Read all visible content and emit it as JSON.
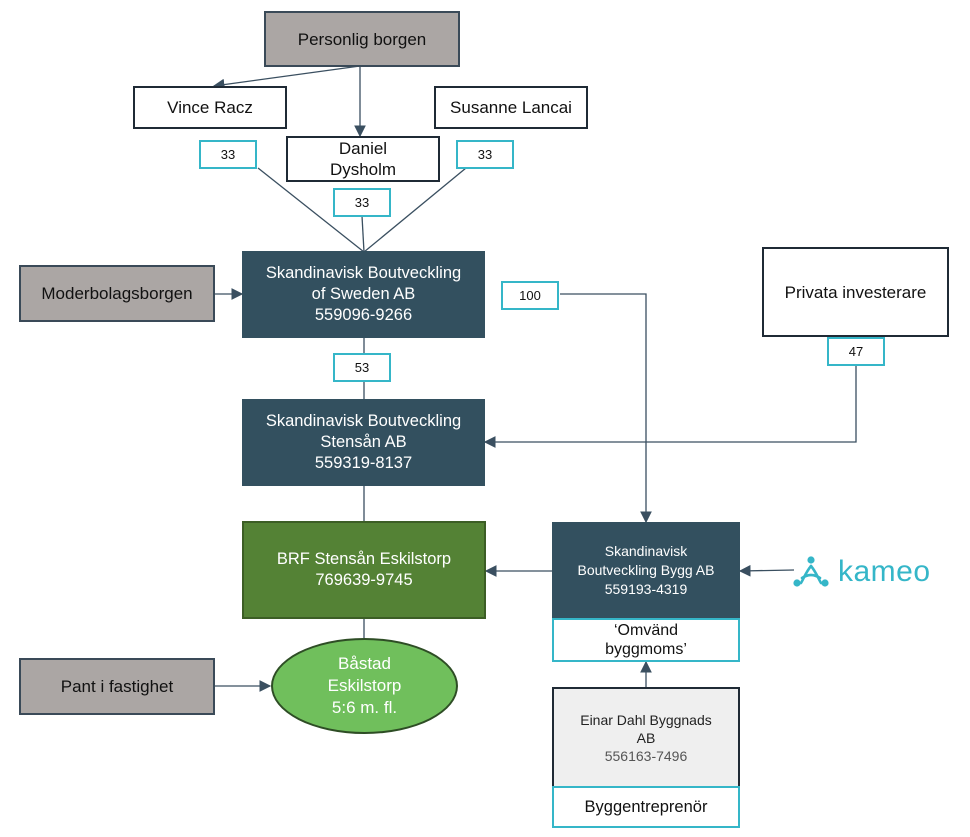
{
  "nodes": {
    "personlig_borgen": "Personlig borgen",
    "vince": "Vince Racz",
    "daniel": [
      "Daniel",
      "Dysholm"
    ],
    "susanne": "Susanne Lancai",
    "moderbolagsborgen": "Moderbolagsborgen",
    "sbos": [
      "Skandinavisk Boutveckling",
      "of Sweden AB",
      "559096-9266"
    ],
    "privata": "Privata investerare",
    "stensan": [
      "Skandinavisk Boutveckling",
      "Stensån AB",
      "559319-8137"
    ],
    "brf": [
      "BRF Stensån Eskilstorp",
      "769639-9745"
    ],
    "bygg": [
      "Skandinavisk",
      "Boutveckling Bygg AB",
      "559193-4319"
    ],
    "omvand": [
      "‘Omvänd",
      "byggmoms’"
    ],
    "pant": "Pant i fastighet",
    "bastad": [
      "Båstad",
      "Eskilstorp",
      "5:6 m. fl."
    ],
    "einar": [
      "Einar Dahl Byggnads",
      "AB",
      "556163-7496"
    ],
    "byggentreprenor": "Byggentreprenör"
  },
  "shares": {
    "vince": "33",
    "daniel": "33",
    "susanne": "33",
    "sbos_to_bygg": "100",
    "sbos_to_stensan": "53",
    "privata_to_stensan": "47"
  },
  "logo": {
    "text": "kameo",
    "icon": "kameo-people-icon"
  },
  "colors": {
    "navy": "#33505f",
    "green": "#548235",
    "light_green": "#70bf5c",
    "gray": "#aba6a4",
    "teal": "#35b6c8"
  }
}
